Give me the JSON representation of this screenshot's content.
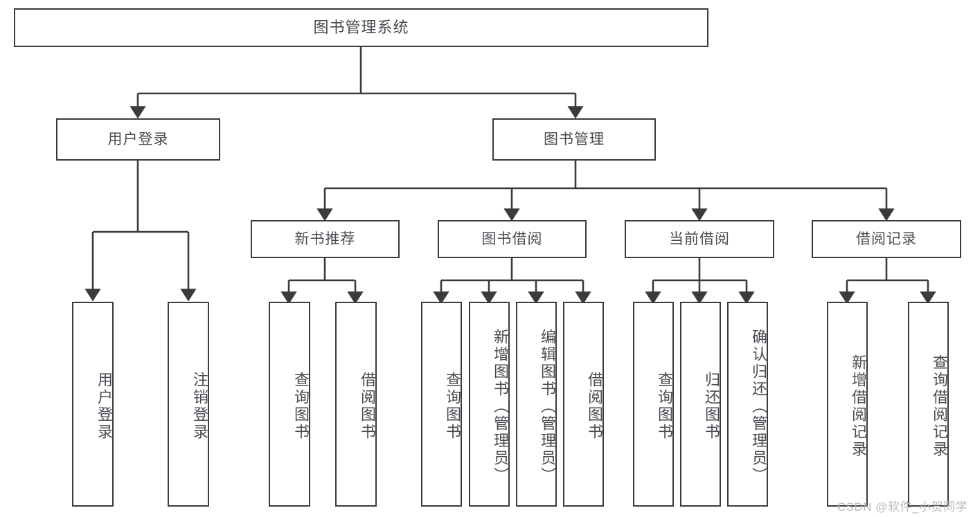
{
  "diagram": {
    "title": "图书管理系统",
    "watermark": "CSDN @软件_小贺同学",
    "colors": {
      "stroke": "#3b3b3b",
      "text": "#4a4a52",
      "background": "#ffffff",
      "watermark": "#b9b9b9"
    },
    "levels": {
      "root": {
        "label": "图书管理系统"
      },
      "level1": [
        {
          "label": "用户登录"
        },
        {
          "label": "图书管理"
        }
      ],
      "level2": [
        {
          "label": "新书推荐"
        },
        {
          "label": "图书借阅"
        },
        {
          "label": "当前借阅"
        },
        {
          "label": "借阅记录"
        }
      ],
      "leaves": {
        "user_login": [
          {
            "label": "用户登录"
          },
          {
            "label": "注销登录"
          }
        ],
        "new_book_recommend": [
          {
            "label": "查询图书"
          },
          {
            "label": "借阅图书"
          }
        ],
        "book_borrow": [
          {
            "label": "查询图书"
          },
          {
            "label": "新增图书（管理员）"
          },
          {
            "label": "编辑图书（管理员）"
          },
          {
            "label": "借阅图书"
          }
        ],
        "current_borrow": [
          {
            "label": "查询图书"
          },
          {
            "label": "归还图书"
          },
          {
            "label": "确认归还（管理员）"
          }
        ],
        "borrow_record": [
          {
            "label": "新增借阅记录"
          },
          {
            "label": "查询借阅记录"
          }
        ]
      }
    }
  }
}
